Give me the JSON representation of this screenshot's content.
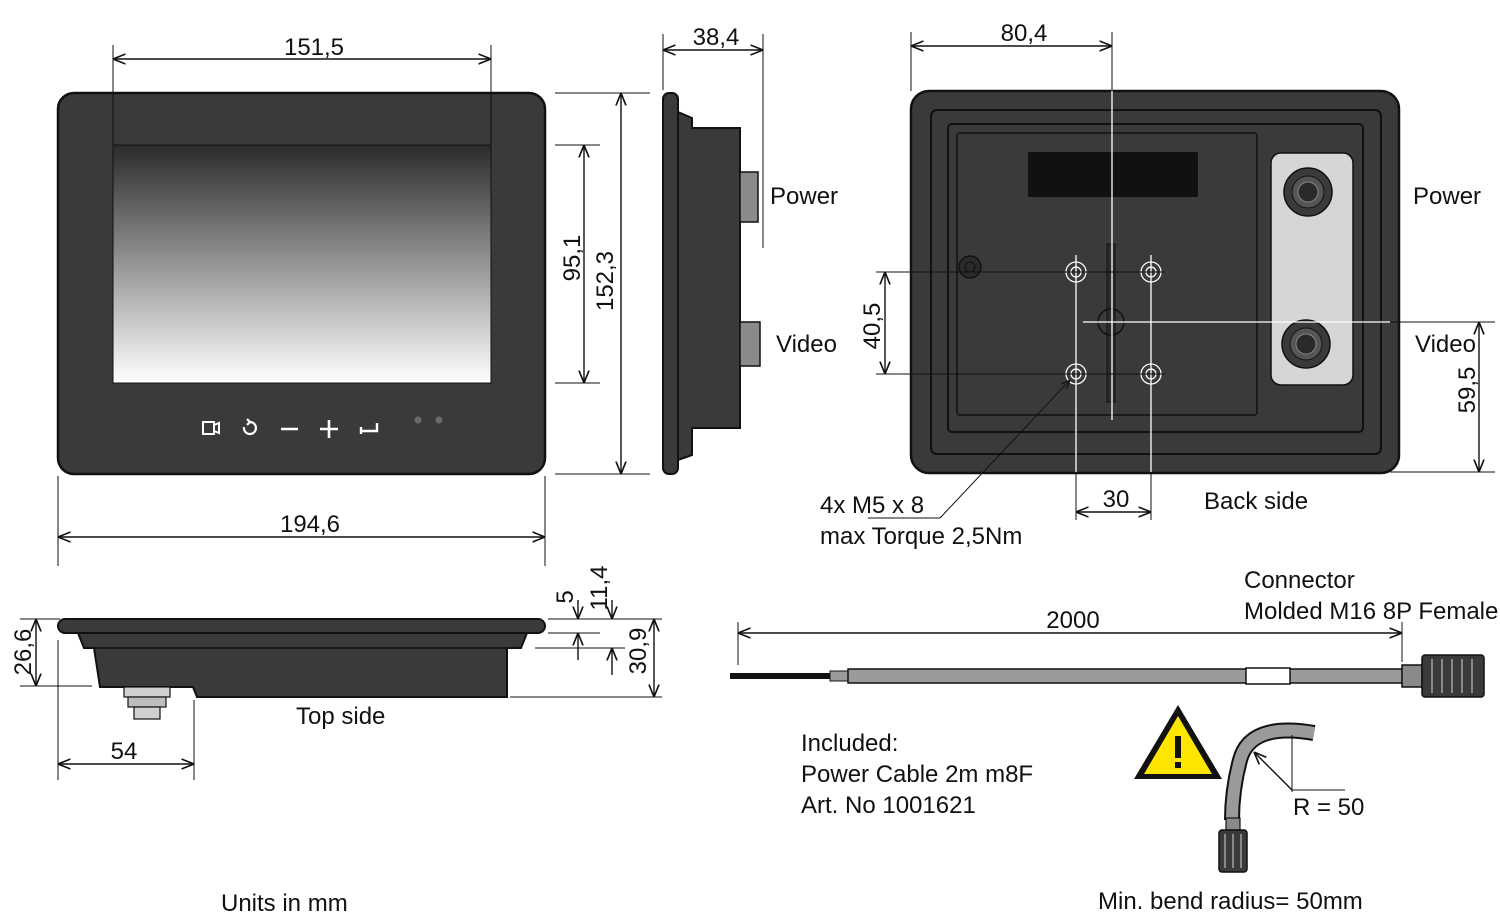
{
  "colors": {
    "housing": "#3a3a3a",
    "housing_edge": "#111111",
    "screen_top": "#2b2b2b",
    "screen_bottom": "#ffffff",
    "connector_plate": "#d6d6d6",
    "warning_yellow": "#ffe600"
  },
  "icons": [
    "camera-icon",
    "rotate-icon",
    "minus-icon",
    "plus-icon",
    "enter-icon",
    "warning-icon"
  ],
  "front_view": {
    "dim_screen_width": "151,5",
    "dim_total_width": "194,6",
    "dim_screen_height": "95,1",
    "dim_total_height": "152,3"
  },
  "side_view": {
    "dim_depth": "38,4",
    "label_power": "Power",
    "label_video": "Video"
  },
  "back_view": {
    "dim_offset": "80,4",
    "dim_hole_vertical": "40,5",
    "dim_hole_horizontal": "30",
    "dim_video_height": "59,5",
    "label_power": "Power",
    "label_video": "Video",
    "label_back": "Back side",
    "screws_line1": "4x M5 x 8",
    "screws_line2": "max Torque 2,5Nm"
  },
  "top_view": {
    "dim_5": "5",
    "dim_11_4": "11,4",
    "dim_26_6": "26,6",
    "dim_30_9": "30,9",
    "dim_54": "54",
    "label_top": "Top side"
  },
  "cable": {
    "dim_length": "2000",
    "connector_line1": "Connector",
    "connector_line2": "Molded M16 8P Female",
    "included_line1": "Included:",
    "included_line2": "Power Cable 2m m8F",
    "included_line3": "Art. No 1001621",
    "radius_label": "R = 50",
    "bend_radius": "Min. bend radius= 50mm"
  },
  "units_note": "Units in mm"
}
